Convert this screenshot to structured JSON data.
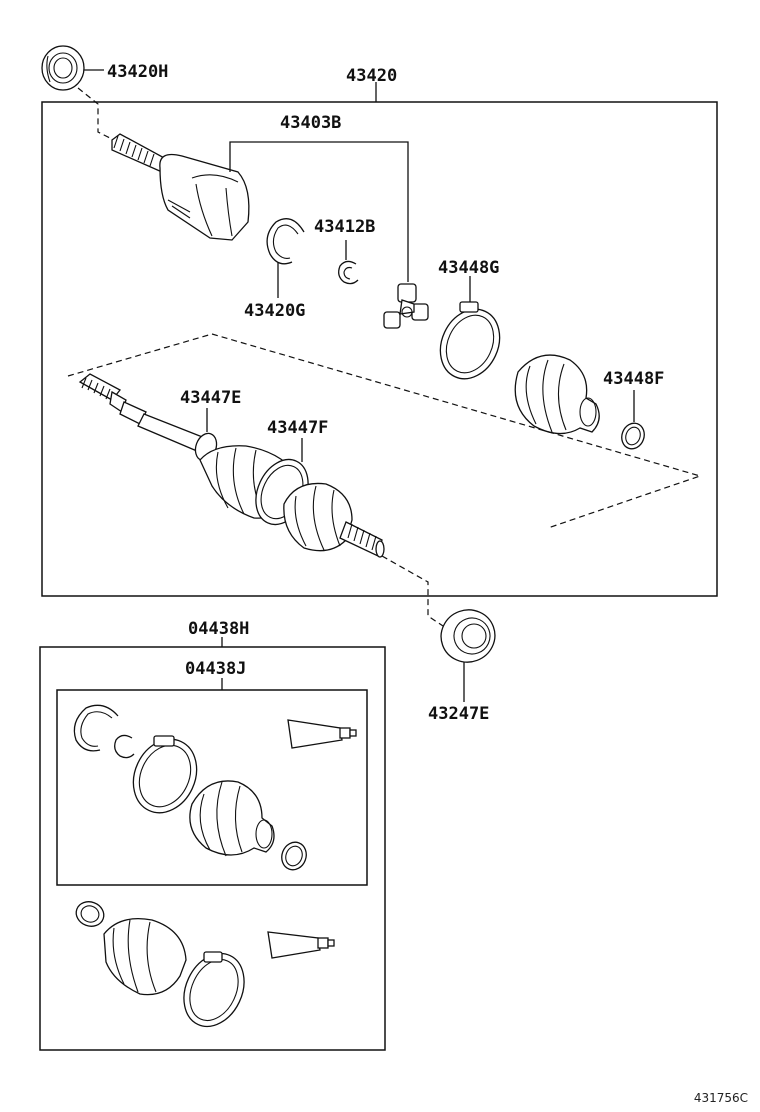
{
  "labels": {
    "p43420H": "43420H",
    "p43420": "43420",
    "p43403B": "43403B",
    "p43412B": "43412B",
    "p43420G": "43420G",
    "p43448G": "43448G",
    "p43448F": "43448F",
    "p43447E": "43447E",
    "p43447F": "43447F",
    "p04438H": "04438H",
    "p04438J": "04438J",
    "p43247E": "43247E"
  },
  "footer": {
    "diagram_code": "431756C"
  },
  "icons": {
    "seal": "oil-seal-icon",
    "joint": "inboard-joint-housing-icon",
    "snap_ring": "snap-ring-icon",
    "clip": "clip-ring-icon",
    "tripod": "tripod-joint-icon",
    "clamp": "boot-clamp-icon",
    "boot": "rubber-boot-icon",
    "shaft": "drive-shaft-icon",
    "grease": "grease-tube-icon"
  },
  "colors": {
    "line": "#111111",
    "background": "#ffffff"
  }
}
